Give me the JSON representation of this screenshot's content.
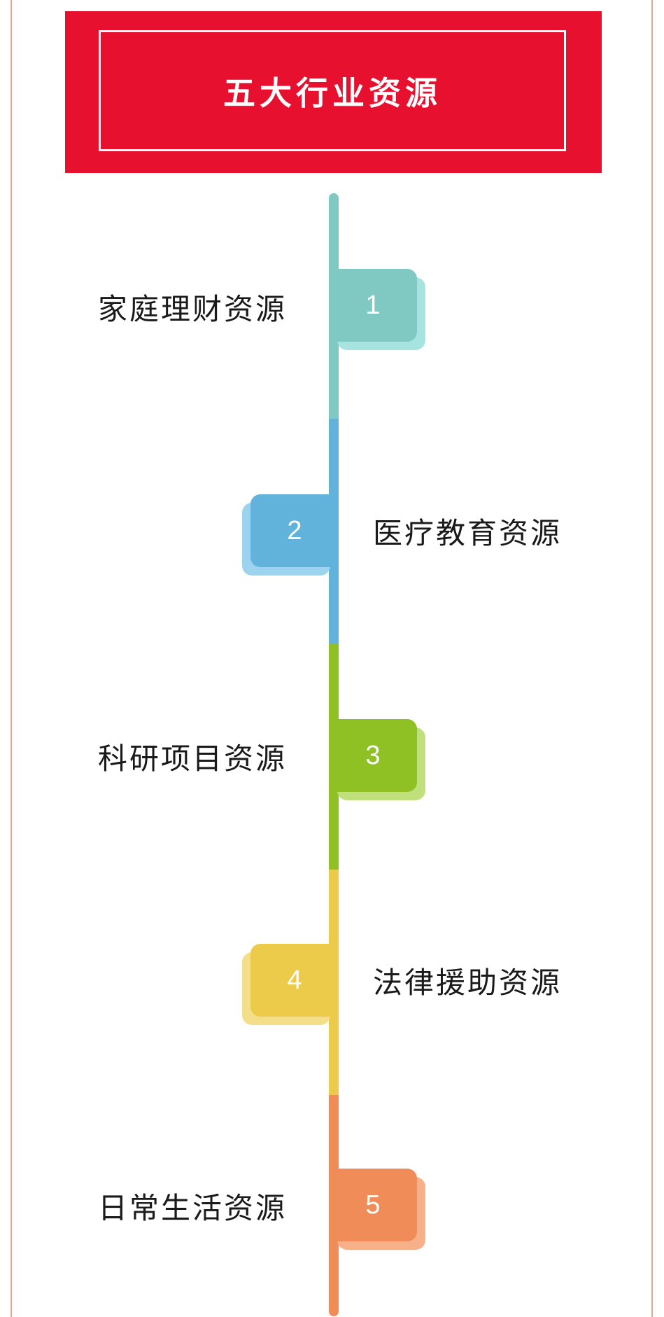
{
  "title": "五大行业资源",
  "items": [
    {
      "number": "1",
      "label": "家庭理财资源",
      "color": "#80c8c2",
      "shadow_color": "#a8e4df",
      "side": "left"
    },
    {
      "number": "2",
      "label": "医疗教育资源",
      "color": "#62b3dc",
      "shadow_color": "#9cd3ef",
      "side": "right"
    },
    {
      "number": "3",
      "label": "科研项目资源",
      "color": "#8fc125",
      "shadow_color": "#bfe07c",
      "side": "left"
    },
    {
      "number": "4",
      "label": "法律援助资源",
      "color": "#eccb4b",
      "shadow_color": "#f5de8a",
      "side": "right"
    },
    {
      "number": "5",
      "label": "日常生活资源",
      "color": "#f08c57",
      "shadow_color": "#f6b08a",
      "side": "left"
    }
  ]
}
